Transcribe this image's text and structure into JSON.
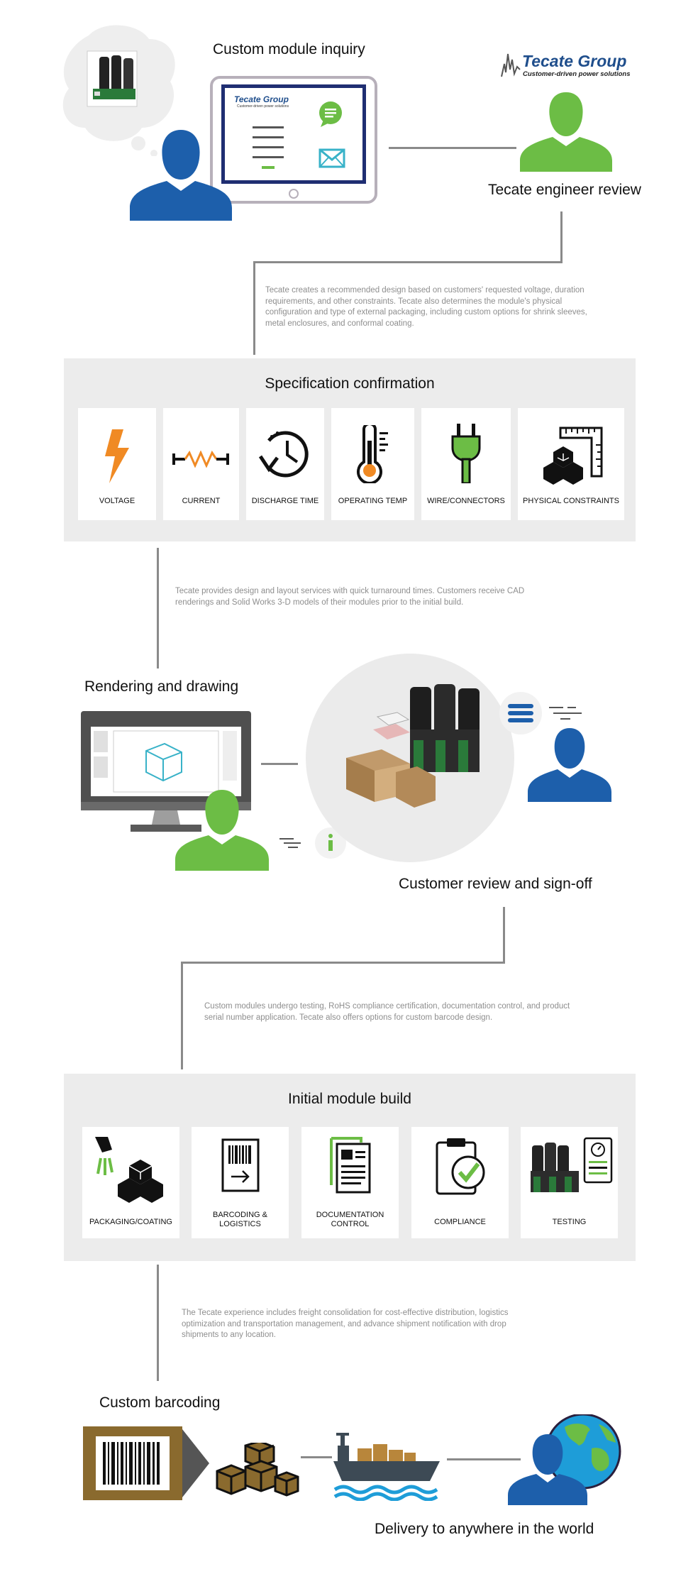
{
  "colors": {
    "blue_person": "#1d5fab",
    "green_person": "#6cbd45",
    "orange": "#f08a24",
    "teal": "#38b2c8",
    "brown": "#8a6a2e",
    "panel": "#ececec",
    "connector": "#8a8a8a"
  },
  "step1": {
    "heading": "Custom module inquiry",
    "tablet_logo": "Tecate Group",
    "tablet_tagline": "Customer-driven power solutions",
    "icons": [
      "thought-bubble-icon",
      "module-image-icon",
      "tablet-icon",
      "chat-bubble-icon",
      "envelope-icon",
      "user-blue-icon"
    ]
  },
  "brand": {
    "logo": "Tecate Group",
    "tagline": "Customer-driven power solutions"
  },
  "step2": {
    "heading": "Tecate engineer review",
    "text": "Tecate creates a recommended design based on customers' requested voltage, duration requirements, and other constraints. Tecate also determines the module's physical configuration and type of external packaging, including custom options for shrink sleeves, metal enclosures, and conformal coating."
  },
  "spec_panel": {
    "title": "Specification confirmation",
    "cards": [
      {
        "label": "VOLTAGE",
        "icon": "lightning-bolt-icon"
      },
      {
        "label": "CURRENT",
        "icon": "resistor-icon"
      },
      {
        "label": "DISCHARGE TIME",
        "icon": "clock-icon"
      },
      {
        "label": "OPERATING TEMP",
        "icon": "thermometer-icon"
      },
      {
        "label": "WIRE/CONNECTORS",
        "icon": "plug-icon"
      },
      {
        "label": "PHYSICAL CONSTRAINTS",
        "icon": "cubes-ruler-icon"
      }
    ]
  },
  "step3": {
    "text": "Tecate provides design and layout services with quick turnaround times. Customers receive CAD renderings and Solid Works 3-D models of their modules prior to the initial build.",
    "heading": "Rendering and drawing",
    "review_heading": "Customer review and sign-off"
  },
  "step4": {
    "text": "Custom modules undergo testing, RoHS compliance certification, documentation control, and product serial number application. Tecate also offers options for custom barcode design."
  },
  "build_panel": {
    "title": "Initial module build",
    "cards": [
      {
        "label": "PACKAGING/COATING",
        "icon": "spray-cubes-icon"
      },
      {
        "label": "BARCODING & LOGISTICS",
        "icon": "barcode-doc-icon"
      },
      {
        "label": "DOCUMENTATION CONTROL",
        "icon": "document-icon"
      },
      {
        "label": "COMPLIANCE",
        "icon": "clipboard-check-icon"
      },
      {
        "label": "TESTING",
        "icon": "module-test-icon"
      }
    ]
  },
  "step5": {
    "text": "The Tecate experience includes freight consolidation for cost-effective distribution, logistics optimization and transportation management, and advance shipment notification with drop shipments to any location.",
    "heading": "Custom barcoding",
    "delivery_heading": "Delivery to anywhere in the world"
  }
}
